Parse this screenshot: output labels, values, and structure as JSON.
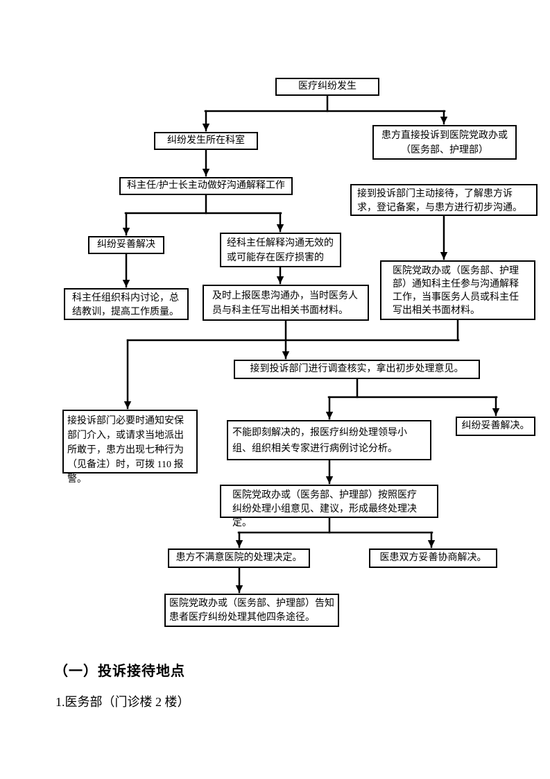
{
  "flowchart": {
    "line_color": "#000000",
    "box_border_color": "#000000",
    "nodes": {
      "start": "医疗纠纷发生",
      "dept": "纠纷发生所在科室",
      "direct_complaint": "患方直接投诉到医院党政办或（医务部、护理部）",
      "communicate": "科主任/护士长主动做好沟通解释工作",
      "resolved_1": "纠纷妥善解决",
      "ineffective": "经科主任解释沟通无效的或可能存在医疗损害的",
      "reception": "接到投诉部门主动接待，了解患方诉求，登记备案，与患方进行初步沟通。",
      "discuss": "科主任组织科内讨论，总结教训，提高工作质量。",
      "report": "及时上报医患沟通办，当时医务人员与科主任写出相关书面材料。",
      "notify": "医院党政办或（医务部、护理部）通知科主任参与沟通解释工作，当事医务人员或科主任写出相关书面材料。",
      "investigate": "接到投诉部门进行调查核实，拿出初步处理意见。",
      "security": "接投诉部门必要时通知安保部门介入，或请求当地派出所敢于，患方出现七种行为（见备注）时，可拨 110 报警。",
      "leadership": "不能即刻解决的，报医疗纠纷处理领导小组、组织相关专家进行病例讨论分析。",
      "resolved_2": "纠纷妥善解决。",
      "final_decision": "医院党政办或（医务部、护理部）按照医疗纠纷处理小组意见、建议，形成最终处理决定。",
      "unsatisfied": "患方不满意医院的处理决定。",
      "negotiated": "医患双方妥善协商解决。",
      "inform": "医院党政办或（医务部、护理部）告知患者医疗纠纷处理其他四条途径。"
    }
  },
  "footer": {
    "heading": "（一）投诉接待地点",
    "item_1": "1.医务部（门诊楼 2 楼）"
  }
}
